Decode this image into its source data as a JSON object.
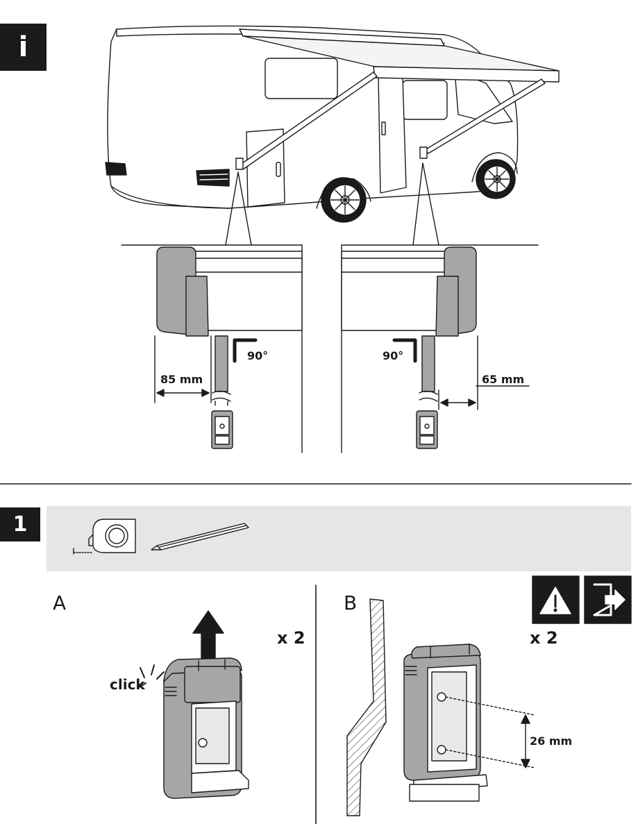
{
  "info_badge": "i",
  "step_badge": "1",
  "detail_left": {
    "distance_label": "85 mm",
    "angle_label": "90°"
  },
  "detail_right": {
    "distance_label": "65 mm",
    "angle_label": "90°"
  },
  "panel_a": {
    "letter": "A",
    "click_label": "click",
    "quantity": "x 2"
  },
  "panel_b": {
    "letter": "B",
    "quantity": "x 2",
    "spacing_label": "26 mm",
    "warning_icon": "warning-triangle-icon",
    "exit_icon": "exit-door-icon"
  },
  "tools": [
    "tape-measure-icon",
    "pencil-icon"
  ],
  "colors": {
    "ink": "#1a1a1a",
    "panel_grey": "#e6e6e6",
    "part_grey": "#a6a6a6"
  }
}
